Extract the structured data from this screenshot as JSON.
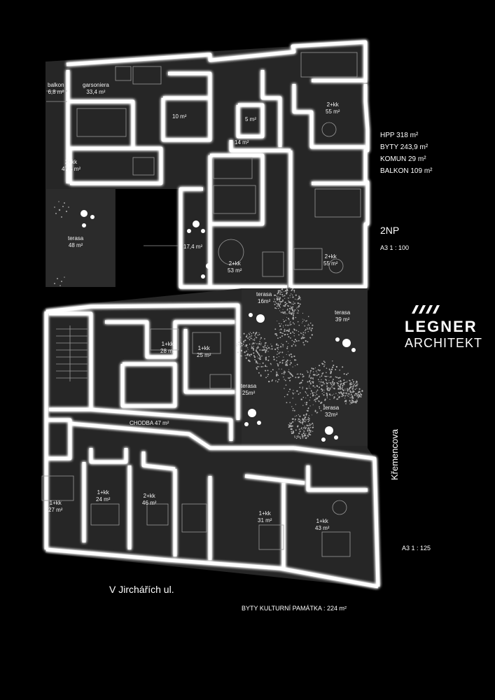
{
  "upper_plan": {
    "rooms": [
      {
        "name": "balkon",
        "area": "6,8 m²"
      },
      {
        "name": "garsoniera",
        "area": "33,4 m²"
      },
      {
        "name": "",
        "area": "10 m²"
      },
      {
        "name": "",
        "area": "5 m²"
      },
      {
        "name": "2+kk",
        "area": "55 m²"
      },
      {
        "name": "",
        "area": "14 m²"
      },
      {
        "name": "2+kk",
        "area": "47,5 m²"
      },
      {
        "name": "terasa",
        "area": "48 m²"
      },
      {
        "name": "",
        "area": "17,4 m²"
      },
      {
        "name": "2+kk",
        "area": "53 m²"
      },
      {
        "name": "2+kk",
        "area": "55 m²"
      }
    ],
    "stats": [
      "HPP 318 m²",
      "BYTY 243,9 m²",
      "KOMUN 29 m²",
      "BALKON 109 m²"
    ],
    "floor": "2NP",
    "scale": "A3   1 : 100"
  },
  "lower_plan": {
    "terraces": [
      {
        "name": "terasa",
        "area": "16m²"
      },
      {
        "name": "terasa",
        "area": "39 m²"
      },
      {
        "name": "terasa",
        "area": "25m²"
      },
      {
        "name": "terasa",
        "area": "32m²"
      }
    ],
    "rooms": [
      {
        "name": "1+kk",
        "area": "28 m²"
      },
      {
        "name": "1+kk",
        "area": "25 m²"
      },
      {
        "name": "1+kk",
        "area": "27 m²"
      },
      {
        "name": "1+kk",
        "area": "24 m²"
      },
      {
        "name": "2+kk",
        "area": "46 m²"
      },
      {
        "name": "1+kk",
        "area": "31 m²"
      },
      {
        "name": "1+kk",
        "area": "43 m²"
      }
    ],
    "corridor": "CHODBA 47 m²",
    "street_side": "Křemencova",
    "scale": "A3    1 : 125",
    "street_bottom": "V Jirchářích ul.",
    "heritage_note": "BYTY KULTURNÍ PAMÁTKA :  224 m²"
  },
  "brand": {
    "name": "LEGNER",
    "subtitle": "ARCHITEKT"
  }
}
